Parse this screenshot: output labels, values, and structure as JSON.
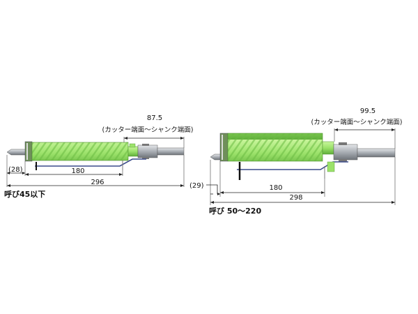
{
  "left_drill": {
    "dim_shank_value": "87.5",
    "dim_shank_note": "(カッター端面～シャンク端面)",
    "dim_tip": "(28)",
    "dim_inner": "180",
    "dim_total": "296",
    "caption": "呼び45以下"
  },
  "right_drill": {
    "dim_shank_value": "99.5",
    "dim_shank_note": "(カッター端面～シャンク端面)",
    "dim_tip": "(29)",
    "dim_inner": "180",
    "dim_total": "298",
    "caption": "呼び 50～220"
  },
  "colors": {
    "body_green": "#9be26a",
    "body_dark": "#5fae3a",
    "shank_gray": "#9aa0a6",
    "pilot_blue": "#3a4a8a"
  }
}
